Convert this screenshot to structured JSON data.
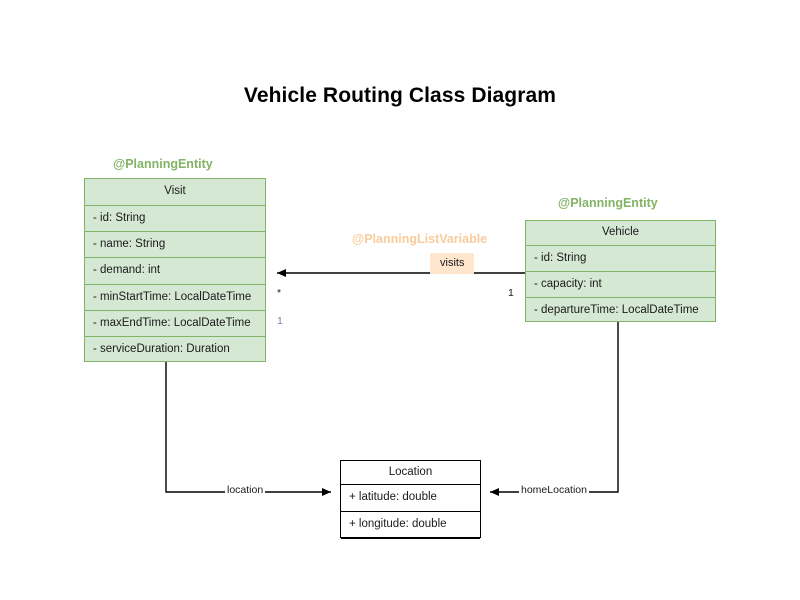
{
  "title": "Vehicle Routing Class Diagram",
  "colors": {
    "class_fill": "#d5e8d4",
    "class_border": "#82b366",
    "plain_fill": "#ffffff",
    "plain_border": "#000000",
    "annotation_entity": "#82b366",
    "annotation_listvariable": "#f8cc9c",
    "chip_fill": "#ffe6cc",
    "multiplicity_accent": "#9673a6",
    "edge": "#000000",
    "background": "#ffffff"
  },
  "classes": {
    "visit": {
      "annotation": "@PlanningEntity",
      "name": "Visit",
      "attributes": [
        "- id: String",
        "- name: String",
        "- demand: int",
        "- minStartTime: LocalDateTime",
        "- maxEndTime: LocalDateTime",
        "- serviceDuration: Duration"
      ]
    },
    "vehicle": {
      "annotation": "@PlanningEntity",
      "name": "Vehicle",
      "attributes": [
        "- id: String",
        "- capacity: int",
        "- departureTime: LocalDateTime"
      ]
    },
    "location": {
      "annotation": "",
      "name": "Location",
      "attributes": [
        "+ latitude: double",
        "+ longitude: double"
      ]
    }
  },
  "relationships": {
    "visits": {
      "annotation": "@PlanningListVariable",
      "label": "visits",
      "source": "Vehicle",
      "target": "Visit",
      "source_multiplicity": "1",
      "target_multiplicity": "*",
      "extra_multiplicity": "1"
    },
    "location": {
      "label": "location",
      "source": "Visit",
      "target": "Location"
    },
    "home_location": {
      "label": "homeLocation",
      "source": "Vehicle",
      "target": "Location"
    }
  }
}
